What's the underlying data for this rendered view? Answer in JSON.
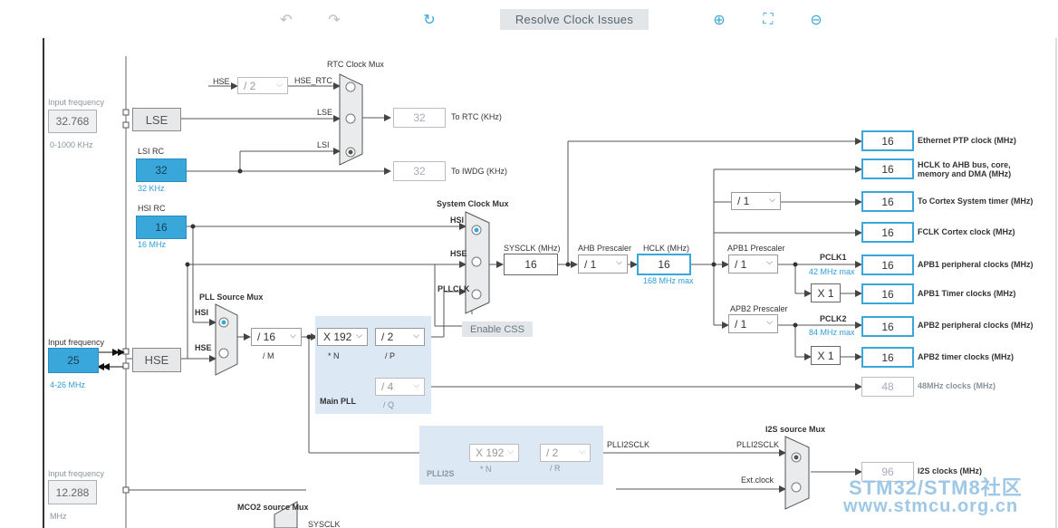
{
  "toolbar": {
    "undo_icon": "undo-icon",
    "redo_icon": "redo-icon",
    "refresh_icon": "refresh-icon",
    "resolve_label": "Resolve Clock Issues",
    "zoom_in_icon": "zoom-in-icon",
    "fit_icon": "fit-screen-icon",
    "zoom_out_icon": "zoom-out-icon"
  },
  "left": {
    "input_freq_label": "Input frequency",
    "lse_input": "32.768",
    "lse_range": "0-1000 KHz",
    "lse_label": "LSE",
    "lsirc_label": "LSI RC",
    "lsirc_value": "32",
    "lsirc_unit": "32 KHz",
    "hsirc_label": "HSI RC",
    "hsirc_value": "16",
    "hsirc_unit": "16 MHz",
    "hse_input_label": "Input frequency",
    "hse_input": "25",
    "hse_range": "4-26 MHz",
    "hse_label": "HSE",
    "i2s_input_label": "Input frequency",
    "i2s_input": "12.288",
    "i2s_unit": "MHz"
  },
  "rtc": {
    "mux_label": "RTC Clock Mux",
    "hse": "HSE",
    "div": "/ 2",
    "hse_rtc": "HSE_RTC",
    "lse": "LSE",
    "lsi": "LSI",
    "out_value": "32",
    "out_label": "To RTC (KHz)",
    "iwdg_value": "32",
    "iwdg_label": "To IWDG (KHz)"
  },
  "sysmux": {
    "label": "System Clock Mux",
    "hsi": "HSI",
    "hse": "HSE",
    "pllclk": "PLLCLK",
    "enable_css": "Enable CSS"
  },
  "pllsrc": {
    "label": "PLL Source Mux",
    "hsi": "HSI",
    "hse": "HSE"
  },
  "pll": {
    "m": "/ 16",
    "m_label": "/ M",
    "n": "X 192",
    "n_label": "* N",
    "p": "/ 2",
    "p_label": "/ P",
    "q": "/ 4",
    "q_label": "/ Q",
    "main_label": "Main PLL"
  },
  "plli2s": {
    "n": "X 192",
    "n_label": "* N",
    "r": "/ 2",
    "r_label": "/ R",
    "label": "PLLI2S",
    "clk_label": "PLLI2SCLK",
    "mux_label": "I2S source Mux",
    "mux_in1": "PLLI2SCLK",
    "mux_in2": "Ext.clock",
    "out_value": "96",
    "out_label": "I2S clocks (MHz)"
  },
  "sys": {
    "sysclk_label": "SYSCLK (MHz)",
    "sysclk": "16",
    "ahb_label": "AHB Prescaler",
    "ahb": "/ 1",
    "hclk_label": "HCLK (MHz)",
    "hclk": "16",
    "hclk_max": "168 MHz max",
    "apb1_label": "APB1 Prescaler",
    "apb1": "/ 1",
    "pclk1": "PCLK1",
    "pclk1_max": "42 MHz max",
    "apb2_label": "APB2 Prescaler",
    "apb2": "/ 1",
    "pclk2": "PCLK2",
    "pclk2_max": "84 MHz max",
    "cortex_div": "/ 1",
    "x1_a": "X 1",
    "x1_b": "X 1"
  },
  "outputs": [
    {
      "value": "16",
      "label": "Ethernet PTP clock (MHz)"
    },
    {
      "value": "16",
      "label": "HCLK to AHB bus, core,"
    },
    {
      "value": "16",
      "label": "To Cortex System timer (MHz)"
    },
    {
      "value": "16",
      "label": "FCLK Cortex clock (MHz)"
    },
    {
      "value": "16",
      "label": "APB1 peripheral clocks (MHz)"
    },
    {
      "value": "16",
      "label": "APB1 Timer clocks (MHz)"
    },
    {
      "value": "16",
      "label": "APB2 peripheral clocks (MHz)"
    },
    {
      "value": "16",
      "label": "APB2 timer clocks (MHz)"
    },
    {
      "value": "48",
      "label": "48MHz clocks (MHz)"
    }
  ],
  "hclk_line2": "memory and DMA (MHz)",
  "mco2": {
    "label": "MCO2 source Mux",
    "sysclk": "SYSCLK"
  },
  "watermark": {
    "line1": "STM32/STM8社区",
    "line2": "www.stmcu.org.cn"
  }
}
